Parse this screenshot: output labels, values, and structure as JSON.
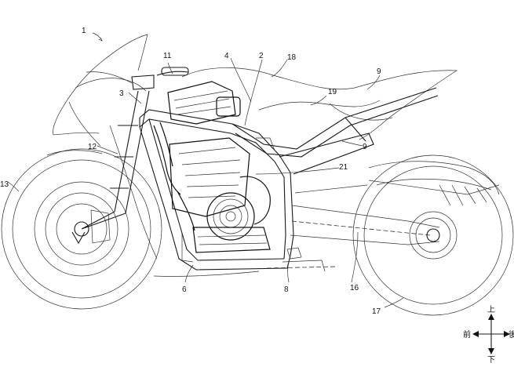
{
  "figure": {
    "reference_numerals": [
      "1",
      "2",
      "3",
      "4",
      "6",
      "8",
      "9",
      "9",
      "11",
      "12",
      "13",
      "16",
      "17",
      "18",
      "19",
      "21"
    ],
    "directions": {
      "up": "上",
      "down": "下",
      "front": "前",
      "rear": "後"
    }
  }
}
